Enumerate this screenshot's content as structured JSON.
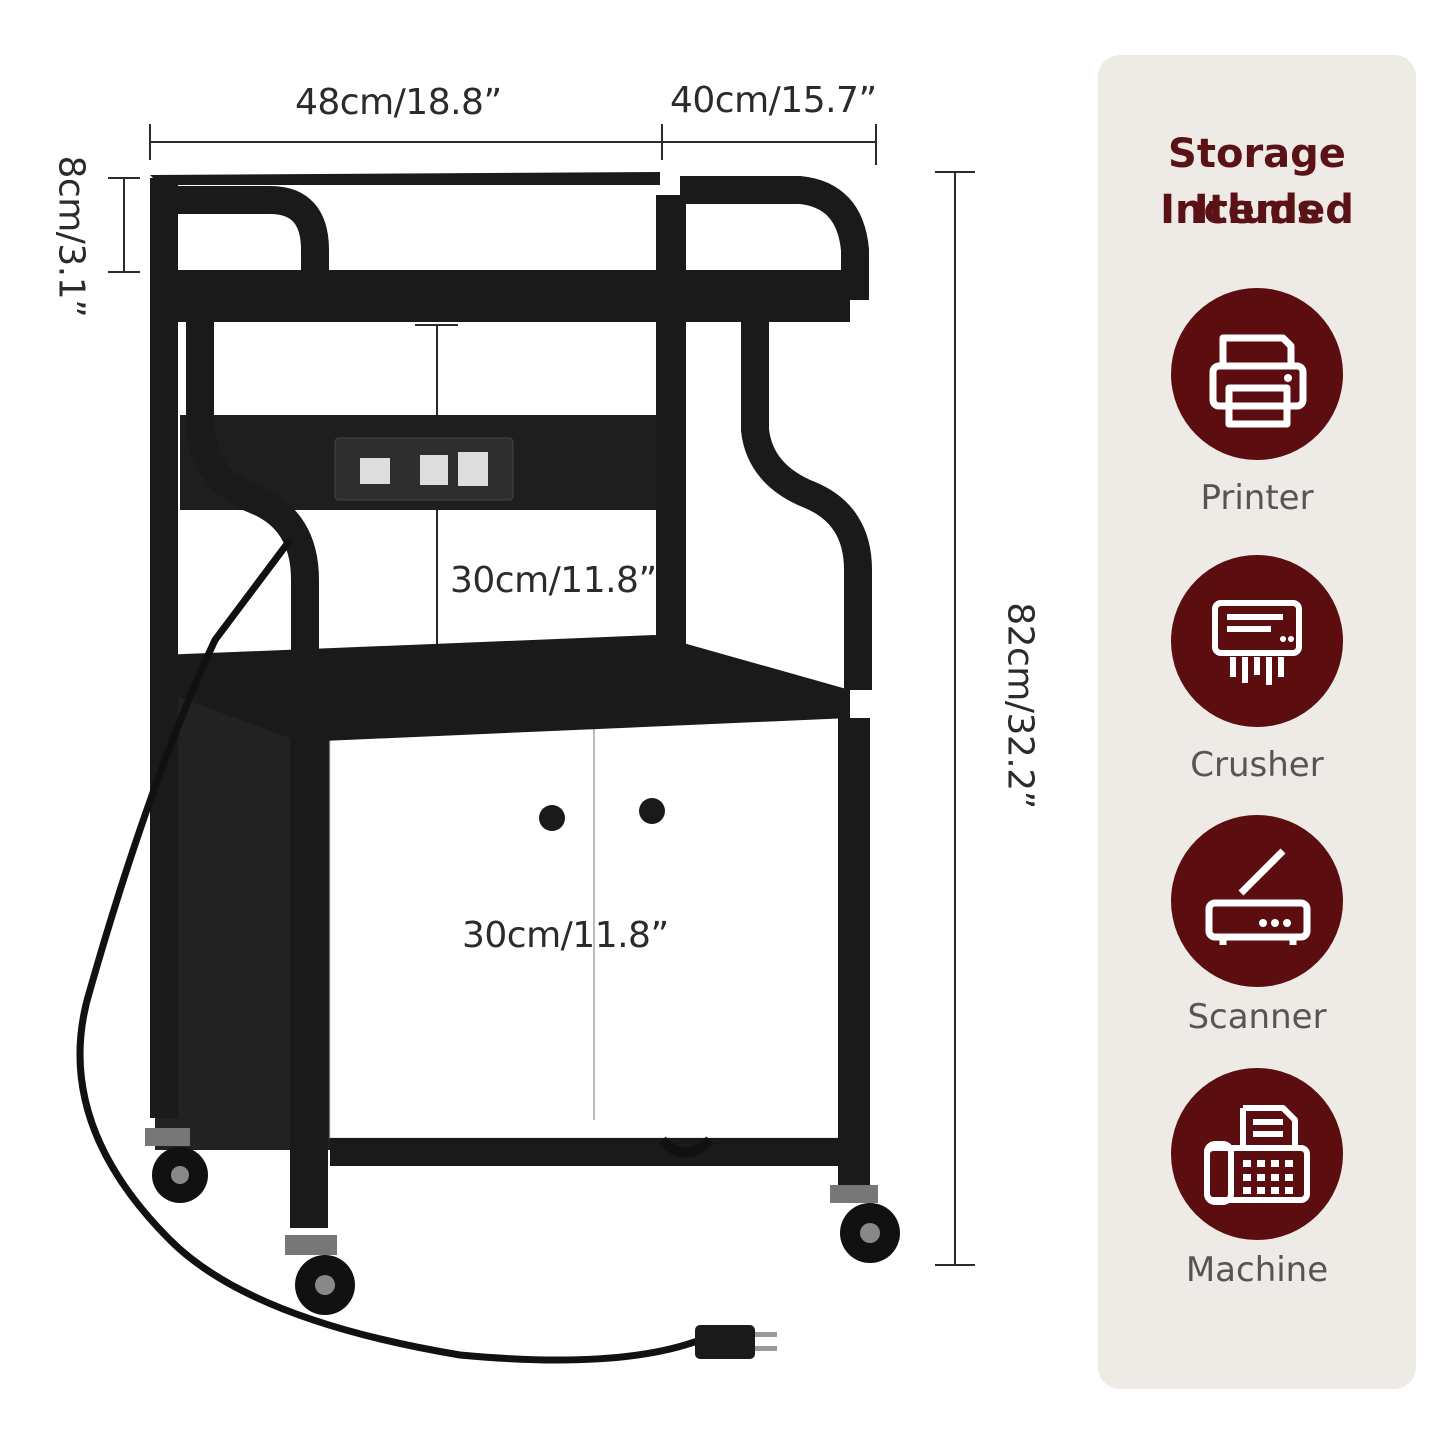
{
  "dimensions": {
    "width": "48cm/18.8”",
    "depth": "40cm/15.7”",
    "rail_height": "8cm/3.1”",
    "total_height": "82cm/32.2”",
    "middle_gap": "30cm/11.8”",
    "cabinet_height": "30cm/11.8”"
  },
  "panel": {
    "title_line1": "Storage Items",
    "title_line2": "Included",
    "items": [
      {
        "label": "Printer",
        "icon": "printer-icon"
      },
      {
        "label": "Crusher",
        "icon": "shredder-icon"
      },
      {
        "label": "Scanner",
        "icon": "scanner-icon"
      },
      {
        "label": "Machine",
        "icon": "fax-machine-icon"
      }
    ]
  },
  "colors": {
    "accent": "#5b0d10",
    "title": "#5a1216",
    "panel_bg": "#eeeae6",
    "frame": "#1a1a1a",
    "door": "#ffffff"
  }
}
